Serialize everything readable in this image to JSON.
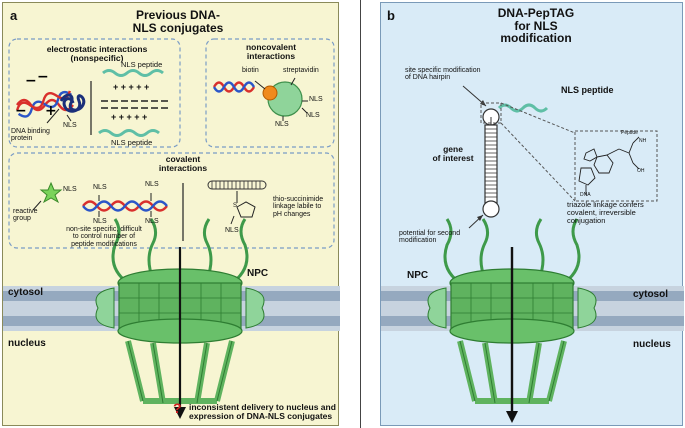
{
  "panel_a": {
    "letter": "a",
    "title_line1": "Previous DNA-",
    "title_line2": "NLS conjugates",
    "electrostatic": {
      "title_line1": "electrostatic interactions",
      "title_line2": "(nonspecific)",
      "nls_peptide_top": "NLS peptide",
      "nls_peptide_bottom": "NLS peptide",
      "plus_row": "+ + + + +",
      "nls_label": "NLS",
      "protein_line1": "DNA binding",
      "protein_line2": "protein"
    },
    "noncovalent": {
      "title_line1": "noncovalent",
      "title_line2": "interactions",
      "biotin": "biotin",
      "streptavidin": "streptavidin",
      "nls1": "NLS",
      "nls2": "NLS",
      "nls3": "NLS"
    },
    "covalent": {
      "title_line1": "covalent",
      "title_line2": "interactions",
      "star_nls": "NLS",
      "reactive_line1": "reactive",
      "reactive_line2": "group",
      "nls_tl": "NLS",
      "nls_tr": "NLS",
      "nls_bl": "NLS",
      "nls_br": "NLS",
      "desc_line1": "non-site specific, difficult",
      "desc_line2": "to control number of",
      "desc_line3": "peptide modifications",
      "thio_line1": "thio-succinimide",
      "thio_line2": "linkage labile to",
      "thio_line3": "pH changes",
      "s_label": "S",
      "mal_nls": "NLS"
    },
    "npc": "NPC",
    "cytosol": "cytosol",
    "nucleus": "nucleus",
    "question_mark": "?",
    "result_line1": "inconsistent delivery to nucleus and",
    "result_line2": "expression of DNA-NLS conjugates"
  },
  "panel_b": {
    "letter": "b",
    "title_line1": "DNA-PepTAG",
    "title_line2": "for NLS",
    "title_line3": "modification",
    "site_line1": "site specific modification",
    "site_line2": "of DNA hairpin",
    "nls_peptide": "NLS peptide",
    "gene_line1": "gene",
    "gene_line2": "of interest",
    "potential_line1": "potential for second",
    "potential_line2": "modification",
    "peptide_label": "Peptide",
    "nh_label": "NH",
    "oh_label": "OH",
    "dna_label": "DNA",
    "triazole_line1": "triazole linkage confers",
    "triazole_line2": "covalent, irreversible",
    "triazole_line3": "conjugation",
    "npc": "NPC",
    "cytosol": "cytosol",
    "nucleus": "nucleus"
  },
  "colors": {
    "panel_a_bg": "#f7f5d2",
    "panel_b_bg": "#d9ebf7",
    "npc_green": "#5fb35f",
    "npc_dark": "#2e7d32",
    "membrane": "#9fb3c8",
    "dna_red": "#d9302c",
    "dna_blue": "#2b56c8",
    "peptide_teal": "#5fbfa6",
    "biotin_orange": "#f08a1c",
    "question_red": "#d22020"
  }
}
